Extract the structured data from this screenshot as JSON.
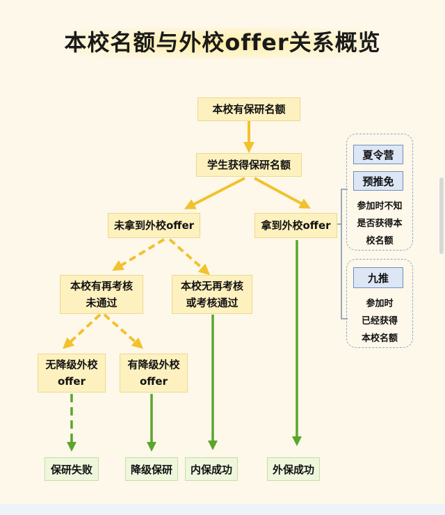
{
  "title": "本校名额与外校offer关系概览",
  "nodes": {
    "root": "本校有保研名额",
    "obtain": "学生获得保研名额",
    "no_offer": "未拿到外校offer",
    "has_offer": "拿到外校offer",
    "recheck_fail": "本校有再考核\n未通过",
    "recheck_pass": "本校无再考核\n或考核通过",
    "no_downgrade": "无降级外校\noffer",
    "downgrade": "有降级外校\noffer"
  },
  "outcomes": {
    "fail": "保研失败",
    "downgrade": "降级保研",
    "internal": "内保成功",
    "external": "外保成功"
  },
  "side_panel": {
    "summer_camp": "夏令营",
    "pre_admission": "预推免",
    "note_1": "参加时不知\n是否获得本\n校名额",
    "september": "九推",
    "note_2": "参加时\n已经获得\n本校名额"
  },
  "colors": {
    "node_fill": "#fdf1bf",
    "arrow_yellow": "#f2c12e",
    "arrow_green": "#5aa52c",
    "panel_border": "#8ea9c6",
    "outcome_fill": "#eef6dc"
  }
}
